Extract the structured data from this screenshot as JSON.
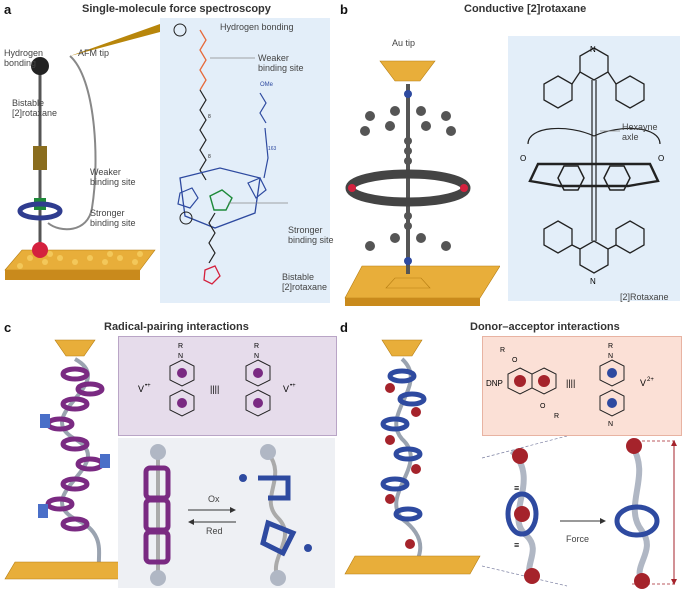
{
  "panel_a": {
    "letter": "a",
    "title": "Single-molecule force spectroscopy",
    "left_labels": {
      "hydrogen_bonding": "Hydrogen\nbonding",
      "afm_tip": "AFM tip",
      "bistable": "Bistable\n[2]rotaxane",
      "weaker": "Weaker\nbinding site",
      "stronger": "Stronger\nbinding site"
    },
    "right_labels": {
      "hydrogen_bonding": "Hydrogen bonding",
      "weaker": "Weaker\nbinding site",
      "stronger": "Stronger\nbinding site",
      "bistable": "Bistable\n[2]rotaxane",
      "ome": "OMe",
      "n8a": "8",
      "n8b": "8",
      "n163": "163"
    }
  },
  "panel_b": {
    "letter": "b",
    "title": "Conductive [2]rotaxane",
    "au_tip": "Au tip",
    "hexayne": "Hexayne\naxle",
    "rotaxane": "[2]Rotaxane",
    "atom_n": "N",
    "atom_o": "O"
  },
  "panel_c": {
    "letter": "c",
    "title": "Radical-pairing interactions",
    "v_left": "V",
    "v_left_sup": "•+",
    "v_right": "V",
    "v_right_sup": "•+",
    "separator": "||||",
    "r_label": "R",
    "n_label": "N",
    "ox": "Ox",
    "red": "Red"
  },
  "panel_d": {
    "letter": "d",
    "title": "Donor–acceptor interactions",
    "dnp": "DNP",
    "v2": "V",
    "v2_sup": "2+",
    "separator": "||||",
    "r_label": "R",
    "o_label": "O",
    "n_label": "N",
    "force": "Force",
    "equiv": "≡"
  },
  "colors": {
    "gold": "#e0a530",
    "blue_box": "#e3eef9",
    "purple_box": "#e6dceb",
    "pink_box": "#fbe0d6",
    "purple": "#7a2a82",
    "blue": "#2e4aa0",
    "red": "#a5232b"
  }
}
